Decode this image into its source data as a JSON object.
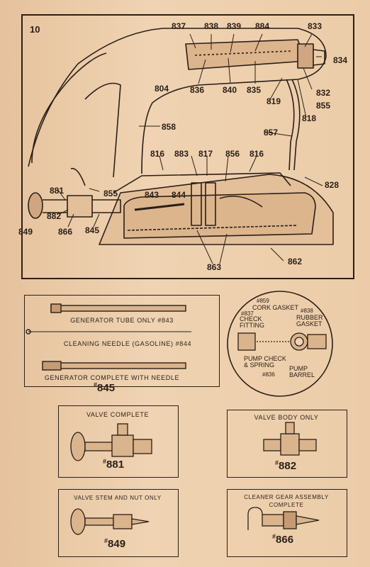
{
  "page_number": "10",
  "main_diagram": {
    "callouts": {
      "c837": "837",
      "c838": "838",
      "c839": "839",
      "c884": "884",
      "c833": "833",
      "c834": "834",
      "c804": "804",
      "c836": "836",
      "c840": "840",
      "c835": "835",
      "c832": "832",
      "c819": "819",
      "c855a": "855",
      "c818": "818",
      "c858": "858",
      "c857": "857",
      "c816a": "816",
      "c883": "883",
      "c817": "817",
      "c856": "856",
      "c816b": "816",
      "c828": "828",
      "c881": "881",
      "c855b": "855",
      "c843": "843",
      "c844": "844",
      "c849": "849",
      "c882": "882",
      "c866": "866",
      "c845": "845",
      "c863": "863",
      "c862": "862"
    }
  },
  "tube_panel": {
    "generator_tube": "GENERATOR TUBE ONLY #843",
    "cleaning_needle": "CLEANING NEEDLE (GASOLINE) #844",
    "generator_complete": "GENERATOR COMPLETE WITH NEEDLE",
    "generator_complete_num": "845"
  },
  "pump_circle": {
    "n859": "#859",
    "cork_gasket": "CORK GASKET",
    "n837": "#837",
    "check_fitting": "CHECK FITTING",
    "n838": "#838",
    "rubber_gasket": "RUBBER GASKET",
    "pump_check": "PUMP CHECK & SPRING",
    "n836": "#836",
    "pump_barrel": "PUMP BARREL"
  },
  "valve_complete": {
    "title": "VALVE COMPLETE",
    "num": "881"
  },
  "valve_body": {
    "title": "VALVE BODY ONLY",
    "num": "882"
  },
  "valve_stem": {
    "title": "VALVE STEM AND NUT ONLY",
    "num": "849"
  },
  "cleaner_gear": {
    "title": "CLEANER GEAR ASSEMBLY COMPLETE",
    "num": "866"
  }
}
